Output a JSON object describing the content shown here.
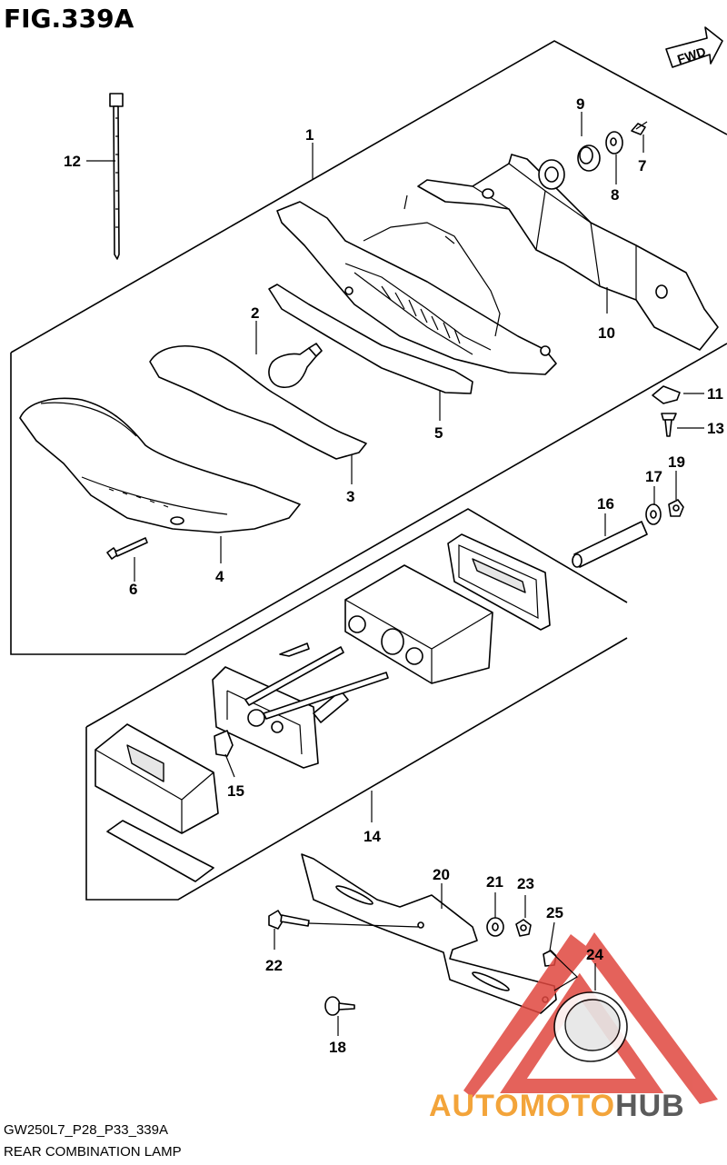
{
  "figure": {
    "title": "FIG.339A",
    "direction_label": "FWD",
    "code": "GW250L7_P28_P33_339A",
    "caption": "REAR COMBINATION LAMP"
  },
  "watermark": {
    "text_prefix": "AUTOMOTO",
    "text_suffix": "HUB",
    "colors": {
      "primary": "#e0473f",
      "accent": "#f3a43a",
      "suffix": "#5b5b5b"
    }
  },
  "callouts": [
    "1",
    "2",
    "3",
    "4",
    "5",
    "6",
    "7",
    "8",
    "9",
    "10",
    "11",
    "12",
    "13",
    "14",
    "15",
    "16",
    "17",
    "18",
    "19",
    "20",
    "21",
    "22",
    "23",
    "24",
    "25"
  ],
  "icons": [
    "fwd-arrow-icon",
    "watermark-triangle-icon"
  ]
}
